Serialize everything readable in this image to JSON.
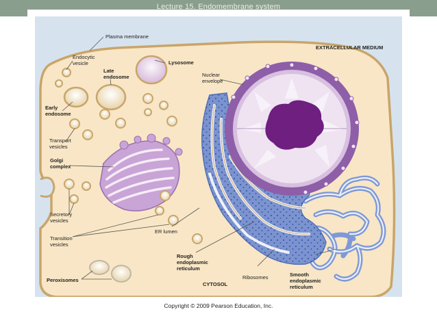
{
  "slide": {
    "title": "Lecture 15. Endomembrane system",
    "copyright": "Copyright © 2009 Pearson Education, Inc."
  },
  "labels": {
    "plasma_membrane": "Plasma membrane",
    "extracellular_medium": "EXTRACELLULAR MEDIUM",
    "endocytic_vesicle_1": "Endocytic",
    "endocytic_vesicle_2": "vesicle",
    "late_endosome_1": "Late",
    "late_endosome_2": "endosome",
    "lysosome": "Lysosome",
    "nuclear_envelope_1": "Nuclear",
    "nuclear_envelope_2": "envelope",
    "early_endosome_1": "Early",
    "early_endosome_2": "endosome",
    "transport_vesicles_1": "Transport",
    "transport_vesicles_2": "vesicles",
    "golgi_complex_1": "Golgi",
    "golgi_complex_2": "complex",
    "secretory_vesicles_1": "Secretory",
    "secretory_vesicles_2": "vesicles",
    "transition_vesicles_1": "Transition",
    "transition_vesicles_2": "vesicles",
    "er_lumen": "ER lumen",
    "rough_er_1": "Rough",
    "rough_er_2": "endoplasmic",
    "rough_er_3": "reticulum",
    "ribosomes": "Ribosomes",
    "smooth_er_1": "Smooth",
    "smooth_er_2": "endoplasmic",
    "smooth_er_3": "reticulum",
    "cytosol": "CYTOSOL",
    "peroxisomes": "Peroxisomes"
  },
  "colors": {
    "extracellular": "#d6e3ef",
    "cytoplasm": "#f8e6c6",
    "membrane": "#c9a56a",
    "nucleus_envelope": "#8e5ea8",
    "nucleoplasm": "#efe3f2",
    "nucleolus": "#6e1f7f",
    "rough_er": "#7b93cf",
    "golgi": "#c9a4d6",
    "vesicle": "#f0e2c4"
  }
}
